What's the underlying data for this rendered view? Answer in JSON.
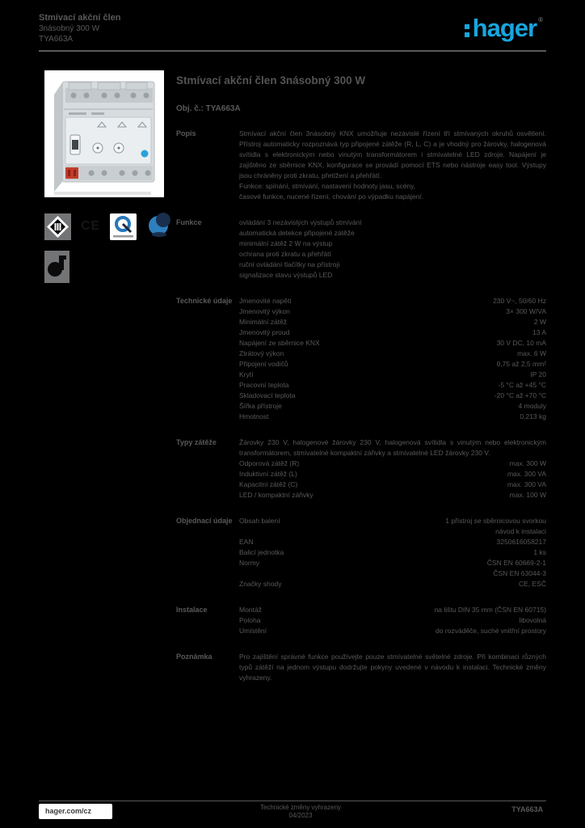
{
  "colors": {
    "accent": "#18a6e0",
    "text": "#58585a",
    "page_bg": "#000000",
    "photo_bg": "#ffffff"
  },
  "header": {
    "line1": "Stmívací akční člen",
    "line2": "3násobný 300 W",
    "line3": "TYA663A",
    "logo_text": "hager",
    "logo_reg": "®"
  },
  "product": {
    "title": "Stmívací akční člen 3násobný 300 W",
    "ref_label": "Obj. č.: TYA663A"
  },
  "certifications": [
    {
      "name": "esc-diamond-mark"
    },
    {
      "name": "ce-mark",
      "label": "CE"
    },
    {
      "name": "q-quality-mark"
    },
    {
      "name": "globe-quality-mark"
    },
    {
      "name": "approval-mark"
    }
  ],
  "sections": [
    {
      "label": "Popis",
      "rows": [
        {
          "type": "para",
          "text": "Stmívací akční člen 3násobný KNX umožňuje nezávislé řízení tří stmívaných okruhů osvětlení. Přístroj automaticky rozpoznává typ připojené zátěže (R, L, C) a je vhodný pro žárovky, halogenová svítidla s elektronickým nebo vinutým transformátorem i stmívatelné LED zdroje. Napájení je zajištěno ze sběrnice KNX, konfigurace se provádí pomocí ETS nebo nástroje easy tool. Výstupy jsou chráněny proti zkratu, přetížení a přehřátí."
        },
        {
          "type": "line",
          "text": "Funkce: spínání, stmívání, nastavení hodnoty jasu, scény,"
        },
        {
          "type": "line",
          "text": "časové funkce, nucené řízení, chování po výpadku napájení."
        }
      ]
    },
    {
      "label": "Funkce",
      "rows": [
        {
          "type": "line",
          "text": "ovládání 3 nezávislých výstupů stmívání"
        },
        {
          "type": "line",
          "text": "automatická detekce připojené zátěže"
        },
        {
          "type": "line",
          "text": "minimální zátěž 2 W na výstup"
        },
        {
          "type": "line",
          "text": "ochrana proti zkratu a přehřátí"
        },
        {
          "type": "line",
          "text": "ruční ovládání tlačítky na přístroji"
        },
        {
          "type": "line",
          "text": "signalizace stavu výstupů LED"
        }
      ]
    },
    {
      "label": "Technické údaje",
      "rows": [
        {
          "type": "kv",
          "k": "Jmenovité napětí",
          "v": "230 V~, 50/60 Hz"
        },
        {
          "type": "kv",
          "k": "Jmenovitý výkon",
          "v": "3× 300 W/VA"
        },
        {
          "type": "kv",
          "k": "Minimální zátěž",
          "v": "2 W"
        },
        {
          "type": "kv",
          "k": "Jmenovitý proud",
          "v": "13 A"
        },
        {
          "type": "kv",
          "k": "Napájení ze sběrnice KNX",
          "v": "30 V DC, 10 mA"
        },
        {
          "type": "kv",
          "k": "Ztrátový výkon",
          "v": "max. 6 W"
        },
        {
          "type": "kv",
          "k": "Připojení vodičů",
          "v": "0,75 až 2,5 mm²"
        },
        {
          "type": "kv",
          "k": "Krytí",
          "v": "IP 20"
        },
        {
          "type": "kv",
          "k": "Pracovní teplota",
          "v": "-5 °C až +45 °C"
        },
        {
          "type": "kv",
          "k": "Skladovací teplota",
          "v": "-20 °C až +70 °C"
        },
        {
          "type": "kv",
          "k": "Šířka přístroje",
          "v": "4 moduly"
        },
        {
          "type": "kv",
          "k": "Hmotnost",
          "v": "0,213 kg"
        }
      ]
    },
    {
      "label": "Typy zátěže",
      "rows": [
        {
          "type": "para",
          "text": "Žárovky 230 V, halogenové žárovky 230 V, halogenová svítidla s vinutým nebo elektronickým transformátorem, stmívatelné kompaktní zářivky a stmívatelné LED žárovky 230 V."
        },
        {
          "type": "kv",
          "k": "Odporová zátěž (R)",
          "v": "max. 300 W"
        },
        {
          "type": "kv",
          "k": "Induktivní zátěž (L)",
          "v": "max. 300 VA"
        },
        {
          "type": "kv",
          "k": "Kapacitní zátěž (C)",
          "v": "max. 300 VA"
        },
        {
          "type": "kv",
          "k": "LED / kompaktní zářivky",
          "v": "max. 100 W"
        }
      ]
    },
    {
      "label": "Objednací údaje",
      "rows": [
        {
          "type": "kvm",
          "k": "Obsah balení",
          "values": [
            "1 přístroj se sběrnicovou svorkou",
            "návod k instalaci"
          ]
        },
        {
          "type": "kvm",
          "k": "EAN",
          "values": [
            "3250616058217"
          ]
        },
        {
          "type": "kvm",
          "k": "Balicí jednotka",
          "values": [
            "1 ks"
          ]
        },
        {
          "type": "kvm",
          "k": "Normy",
          "values": [
            "ČSN EN 60669-2-1",
            "ČSN EN 63044-3"
          ]
        },
        {
          "type": "kvm",
          "k": "Značky shody",
          "values": [
            "CE, ESČ"
          ]
        }
      ]
    },
    {
      "label": "Instalace",
      "rows": [
        {
          "type": "kv",
          "k": "Montáž",
          "v": "na lištu DIN 35 mm (ČSN EN 60715)"
        },
        {
          "type": "kv",
          "k": "Poloha",
          "v": "libovolná"
        },
        {
          "type": "kv",
          "k": "Umístění",
          "v": "do rozváděče, suché vnitřní prostory"
        }
      ]
    },
    {
      "label": "Poznámka",
      "rows": [
        {
          "type": "para",
          "text": "Pro zajištění správné funkce používejte pouze stmívatelné světelné zdroje. Při kombinaci různých typů zátěží na jednom výstupu dodržujte pokyny uvedené v návodu k instalaci. Technické změny vyhrazeny."
        }
      ]
    }
  ],
  "footer": {
    "site": "hager.com/cz",
    "center_line1": "Technické změny vyhrazeny",
    "center_line2": "04/2023",
    "right": "TYA663A"
  }
}
